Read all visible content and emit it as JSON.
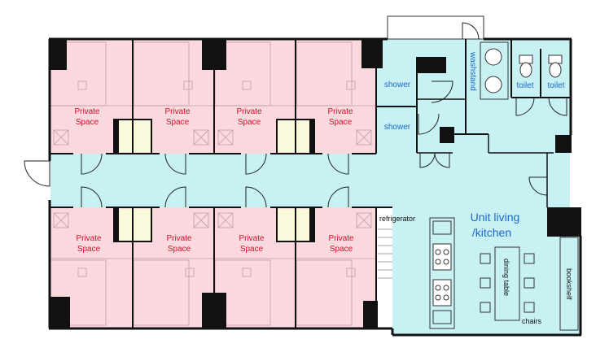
{
  "rooms": {
    "private_space_line1": "Private",
    "private_space_line2": "Space",
    "shower": "shower",
    "washstand": "washstand",
    "toilet": "toilet",
    "refrigerator": "refrigerator",
    "living_line1": "Unit living",
    "living_line2": "/kitchen",
    "dining_table": "dining table",
    "bookshelf": "bookshelf",
    "chairs": "chairs"
  },
  "colors": {
    "private": "#f9d9de",
    "common": "#c8f1f3",
    "wall": "#111111",
    "closet": "#fbf9dc",
    "private_label": "#d0112b",
    "common_label": "#1b68c9"
  }
}
